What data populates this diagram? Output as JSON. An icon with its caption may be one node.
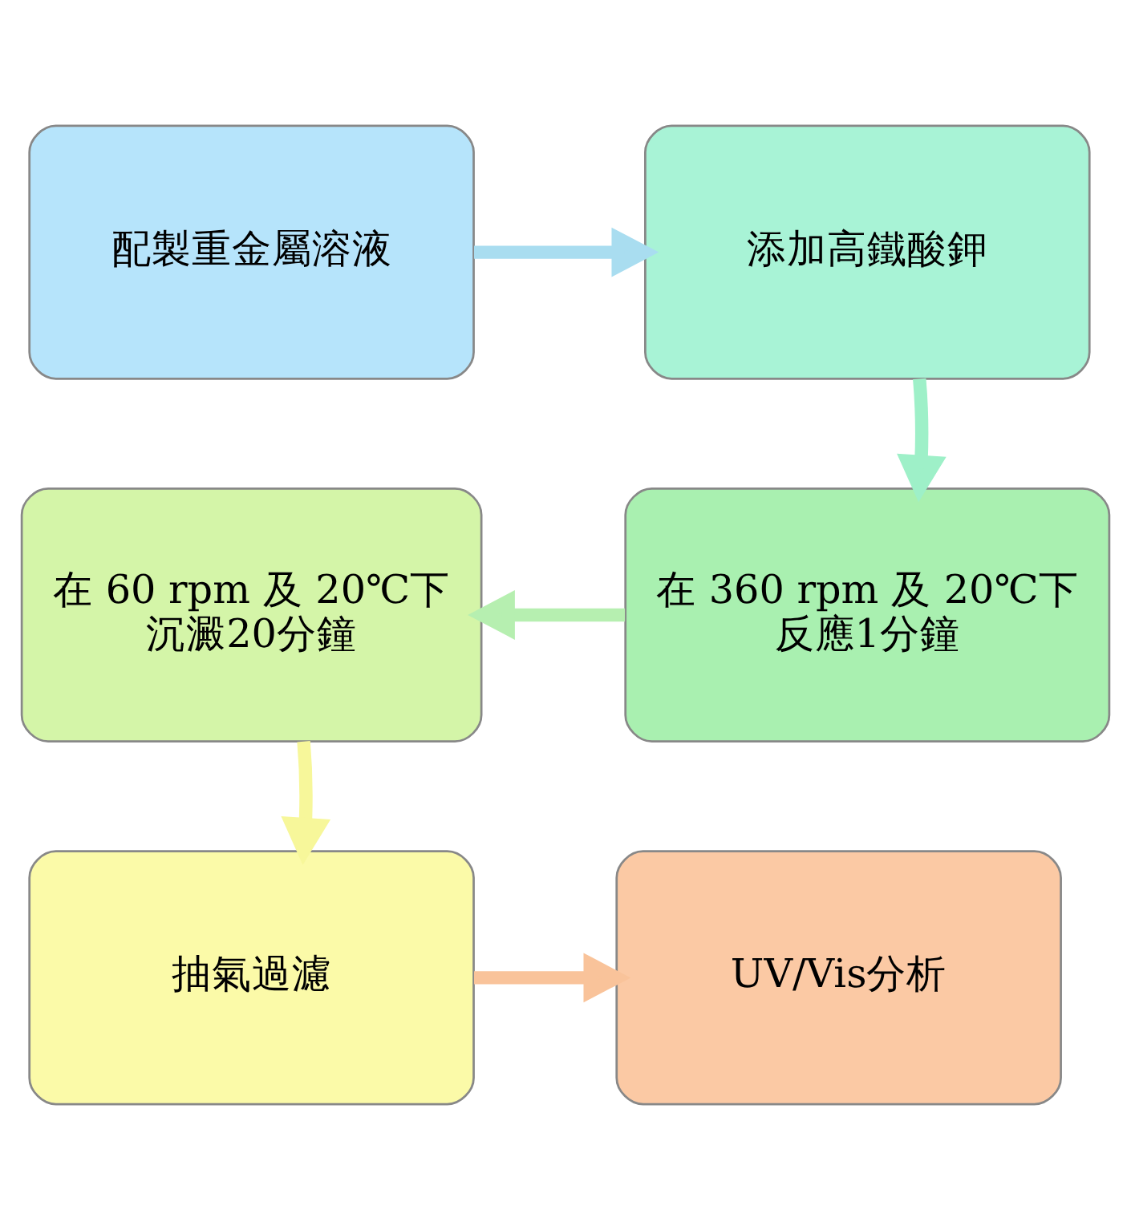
{
  "diagram": {
    "nodes": [
      {
        "text": [
          "配製重金屬溶液"
        ]
      },
      {
        "text": [
          "添加高鐵酸鉀"
        ]
      },
      {
        "text": [
          "在 360 rpm 及 20℃下",
          "反應1分鐘"
        ]
      },
      {
        "text": [
          "在 60 rpm 及 20℃下",
          "沉澱20分鐘"
        ]
      },
      {
        "text": [
          "抽氣過濾"
        ]
      },
      {
        "text": [
          "UV/Vis分析"
        ]
      }
    ],
    "edges": [
      {
        "from": 0,
        "to": 1,
        "arrow": "to",
        "color": "#a9ddf0"
      },
      {
        "from": 1,
        "to": 2,
        "arrow": "to",
        "color": "#9ef0c8"
      },
      {
        "from": 2,
        "to": 3,
        "arrow": "to",
        "color": "#b6efb0"
      },
      {
        "from": 3,
        "to": 4,
        "arrow": "to",
        "color": "#f7f79a"
      },
      {
        "from": 4,
        "to": 5,
        "arrow": "to",
        "color": "#f9c39a"
      }
    ]
  }
}
